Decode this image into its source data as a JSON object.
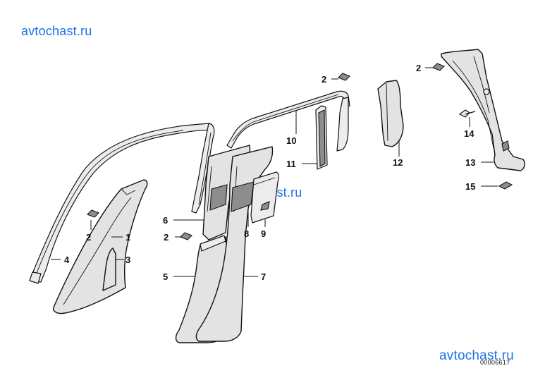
{
  "watermarks": [
    "avtochast.ru",
    "avtochast.ru",
    "avtochast.ru"
  ],
  "drawing_id": "00006617",
  "callouts": {
    "c1": "1",
    "c2a": "2",
    "c2b": "2",
    "c2c": "2",
    "c2d": "2",
    "c3": "3",
    "c4": "4",
    "c5": "5",
    "c6": "6",
    "c7": "7",
    "c8": "8",
    "c9": "9",
    "c10": "10",
    "c11": "11",
    "c12": "12",
    "c13": "13",
    "c14": "14",
    "c15": "15"
  }
}
